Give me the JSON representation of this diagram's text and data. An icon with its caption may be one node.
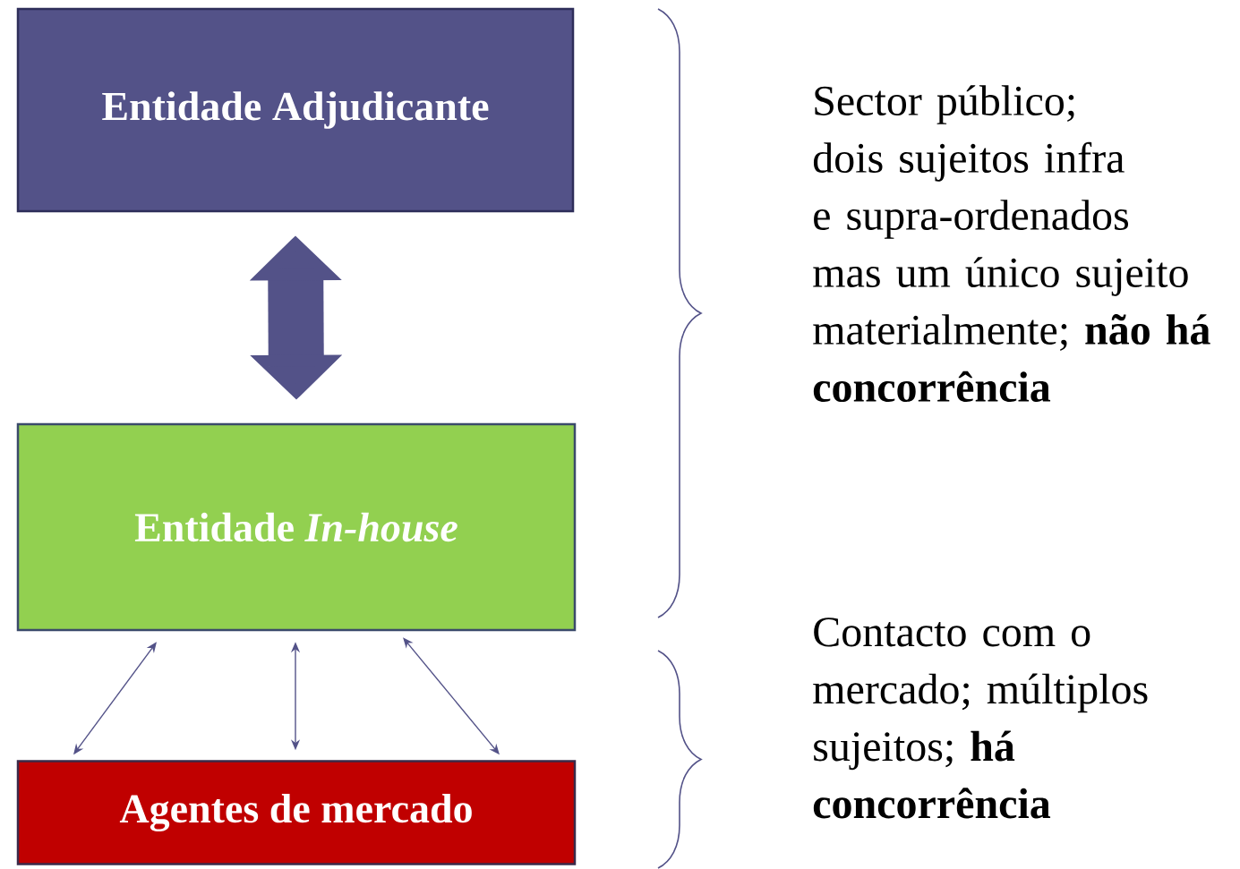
{
  "diagram": {
    "nodes": [
      {
        "text": [
          "Entidade Adjudicante"
        ]
      },
      {
        "text": [
          "Entidade *In-house*"
        ]
      },
      {
        "text": [
          "Agentes de mercado"
        ]
      }
    ],
    "edges": [
      {
        "from": 0,
        "to": 1,
        "arrow": "both",
        "style": "thick"
      },
      {
        "from": 1,
        "to": 2,
        "arrow": "both"
      },
      {
        "from": 1,
        "to": 2,
        "arrow": "both"
      },
      {
        "from": 1,
        "to": 2,
        "arrow": "both"
      }
    ],
    "labels": [
      "Sector público; dois sujeitos infra e supra-ordenados mas um único sujeito materialmente; **não há concorrência**",
      "Contacto com o mercado; múltiplos sujeitos; **há concorrência**"
    ]
  }
}
